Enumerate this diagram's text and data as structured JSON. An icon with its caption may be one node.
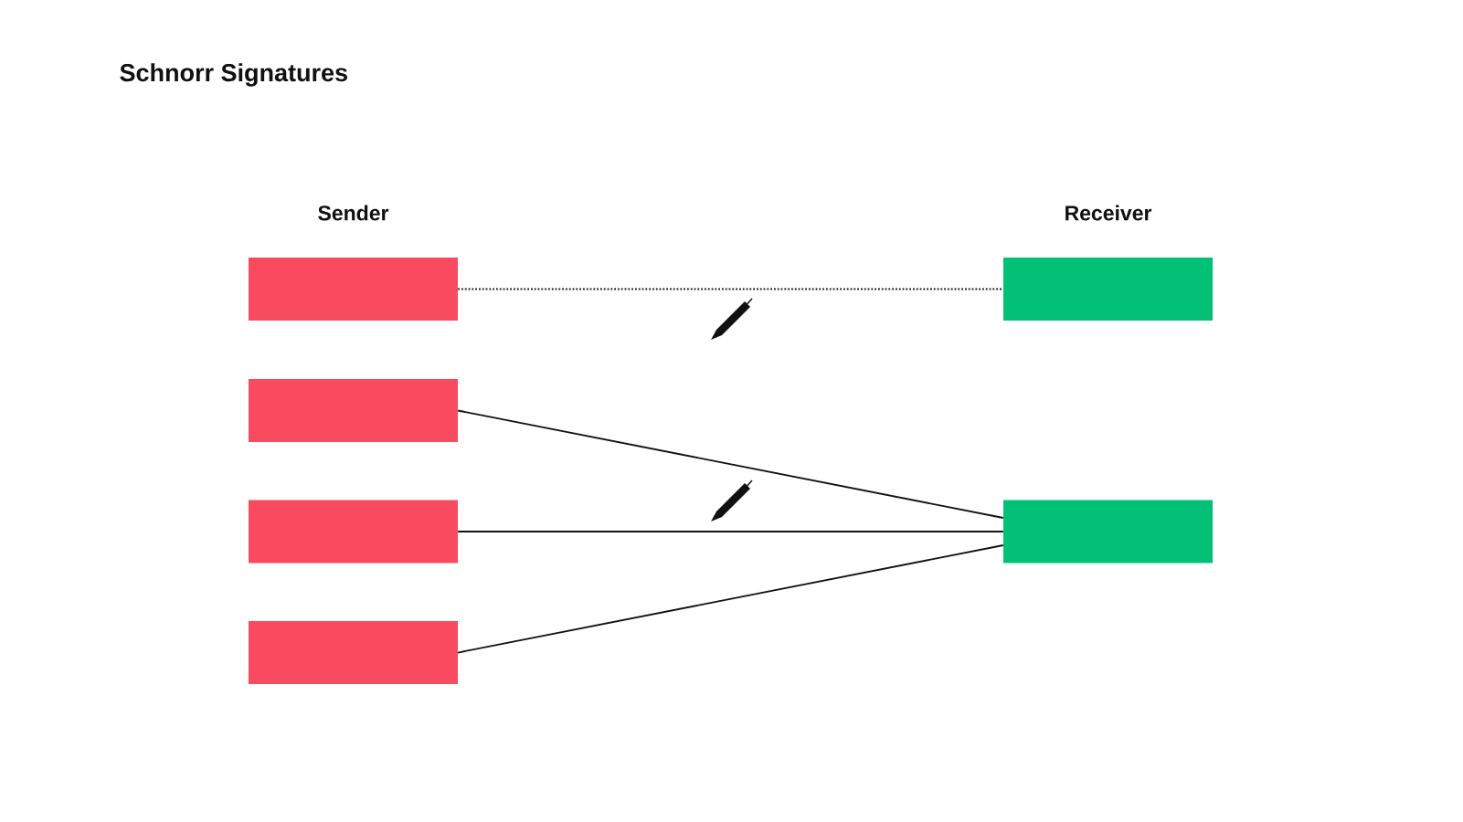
{
  "diagram": {
    "title": "Schnorr Signatures",
    "nodes": [
      {
        "text": [],
        "shape": "box"
      },
      {
        "text": [],
        "shape": "box"
      },
      {
        "text": [],
        "shape": "box"
      },
      {
        "text": [],
        "shape": "box"
      },
      {
        "text": [],
        "shape": "box"
      },
      {
        "text": [],
        "shape": "box"
      }
    ],
    "edges": [
      {
        "from": 0,
        "to": 4,
        "arrow": "none",
        "style": "dashed"
      },
      {
        "from": 1,
        "to": 5,
        "arrow": "none"
      },
      {
        "from": 2,
        "to": 5,
        "arrow": "none"
      },
      {
        "from": 3,
        "to": 5,
        "arrow": "none"
      }
    ],
    "labels": [
      "Sender",
      "Receiver"
    ]
  }
}
